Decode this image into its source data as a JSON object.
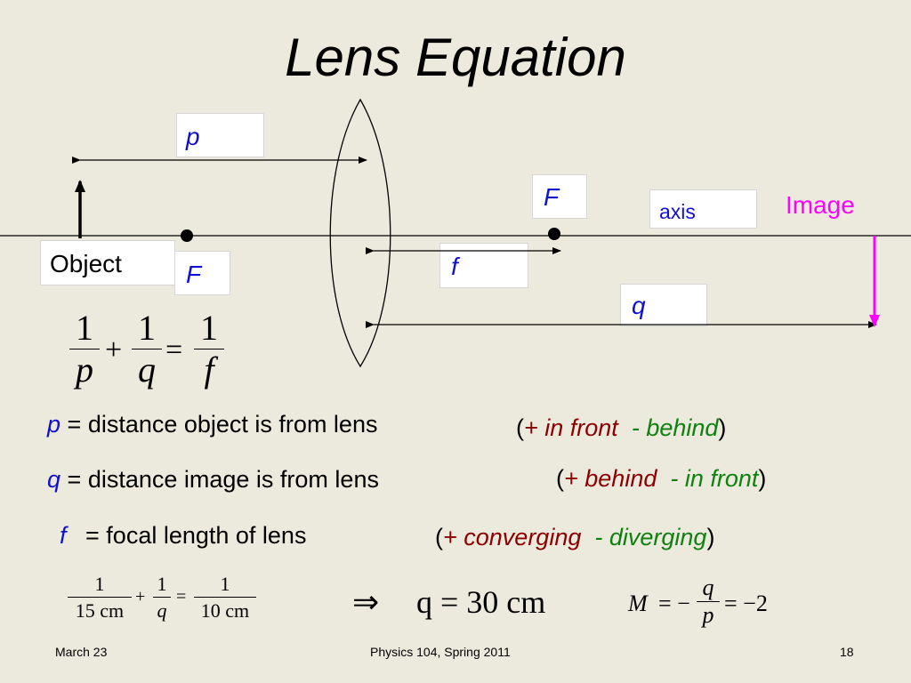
{
  "slide": {
    "title": "Lens Equation",
    "labels": {
      "p": "p",
      "F_right": "F",
      "axis": "axis",
      "image": "Image",
      "object": "Object",
      "F_left": "F",
      "f": "f",
      "q": "q"
    },
    "equation": {
      "one": "1",
      "p": "p",
      "q": "q",
      "f": "f",
      "plus": "+",
      "equals": "="
    },
    "definitions": [
      {
        "symbol": "p",
        "text": "= distance object is from lens",
        "open": "(",
        "plus": "+ in front",
        "minus": "- behind",
        "close": ")"
      },
      {
        "symbol": "q",
        "text": "= distance image is from lens",
        "open": "(",
        "plus": "+ behind",
        "minus": "- in front",
        "close": ")"
      },
      {
        "symbol": "f",
        "text": "= focal length of lens",
        "open": "(",
        "plus": "+ converging",
        "minus": "- diverging",
        "close": ")"
      }
    ],
    "example": {
      "one": "1",
      "d1": "15 cm",
      "d2": "q",
      "d3": "10 cm",
      "plus": "+",
      "equals": "=",
      "implies": "⇒",
      "result": "q = 30 cm",
      "mag_M": "M",
      "mag_eq": "= −",
      "mag_num": "q",
      "mag_den": "p",
      "mag_result": "= −2"
    },
    "footer": {
      "date": "March 23",
      "course": "Physics 104, Spring 2011",
      "page": "18"
    },
    "colors": {
      "background": "#ece9dd",
      "variable": "#1010d0",
      "image_label": "#ff00ff",
      "positive": "#8b0000",
      "negative": "#108010"
    }
  }
}
